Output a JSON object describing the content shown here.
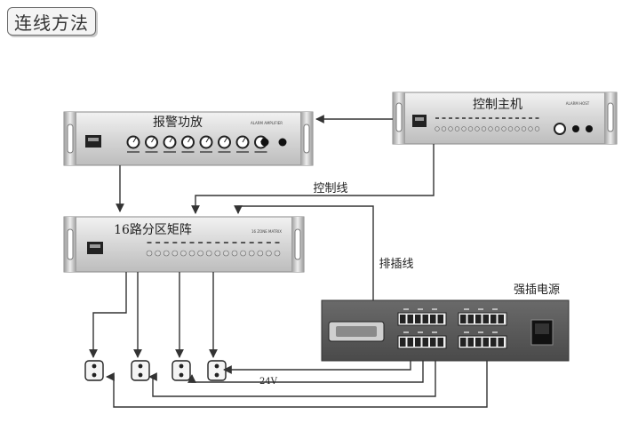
{
  "title": "连线方法",
  "devices": {
    "amplifier": {
      "label": "报警功放",
      "model_text": "ALARM AMPLIFIER"
    },
    "controller": {
      "label": "控制主机",
      "model_text": "ALARM HOST"
    },
    "matrix": {
      "label": "16路分区矩阵",
      "model_text": "16 ZONE MATRIX"
    },
    "power": {
      "label": "强插电源"
    }
  },
  "wires": {
    "control_line": "控制线",
    "plug_line": "排插线",
    "voltage": "24V"
  },
  "speakers": {
    "count": 4
  },
  "colors": {
    "panel": "#dcdcdc",
    "panel_edge": "#8a8a8a",
    "power_box": "#5d5d5d",
    "wire": "#333333"
  }
}
